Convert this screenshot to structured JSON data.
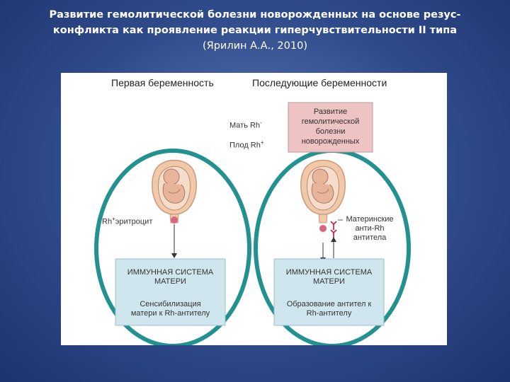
{
  "slide": {
    "title_line1": "Развитие гемолитической болезни новорожденных на основе резус-",
    "title_line2": "конфликта как проявление реакции гиперчувствительности II типа",
    "citation": "(Ярилин А.А., 2010)"
  },
  "figure": {
    "heading_first": "Первая беременность",
    "heading_next": "Последующие беременности",
    "mother_label": "Мать Rh",
    "mother_sign": "-",
    "fetus_label": "Плод Rh",
    "fetus_sign": "+",
    "rh_label_prefix": "Rh",
    "rh_label_sup": "+",
    "rh_label_suffix": "эритроцит",
    "antibodies_label": [
      "Материнские",
      "анти-Rh",
      "антитела"
    ],
    "disease_box": [
      "Развитие",
      "гемолитической",
      "болезни",
      "новорожденных"
    ],
    "left_box": {
      "title": [
        "ИММУННАЯ СИСТЕМА",
        "МАТЕРИ"
      ],
      "text": [
        "Сенсибилизация",
        "матери к Rh-антителу"
      ]
    },
    "right_box": {
      "title": [
        "ИММУННАЯ СИСТЕМА",
        "МАТЕРИ"
      ],
      "text": [
        "Образование антител к",
        "Rh-антителу"
      ]
    }
  },
  "colors": {
    "ellipse": "#23918f",
    "box_fill": "#cfe6ee",
    "disease_fill": "#eec3c3",
    "cell": "#d9657d",
    "antibody": "#c8284b",
    "uterus": "#f1c8a8"
  }
}
